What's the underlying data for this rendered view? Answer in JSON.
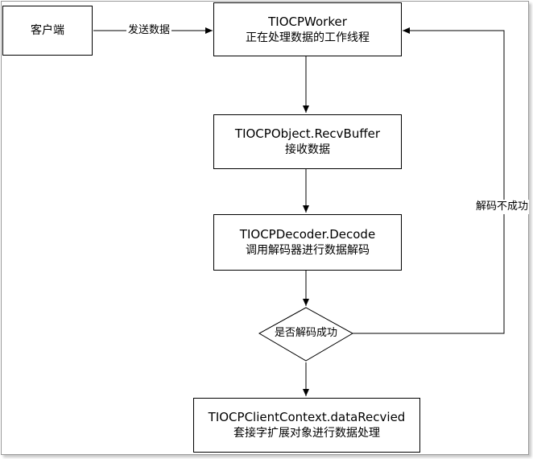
{
  "diagram": {
    "nodes": {
      "client": {
        "line1": "客户端"
      },
      "worker": {
        "line1": "TIOCPWorker",
        "line2": "正在处理数据的工作线程"
      },
      "recv": {
        "line1": "TIOCPObject.RecvBuffer",
        "line2": "接收数据"
      },
      "decode": {
        "line1": "TIOCPDecoder.Decode",
        "line2": "调用解码器进行数据解码"
      },
      "check": {
        "label": "是否解码成功"
      },
      "context": {
        "line1": "TIOCPClientContext.dataRecvied",
        "line2": "套接字扩展对象进行数据处理"
      }
    },
    "edges": {
      "send_label": "发送数据",
      "fail_label": "解码不成功"
    }
  }
}
